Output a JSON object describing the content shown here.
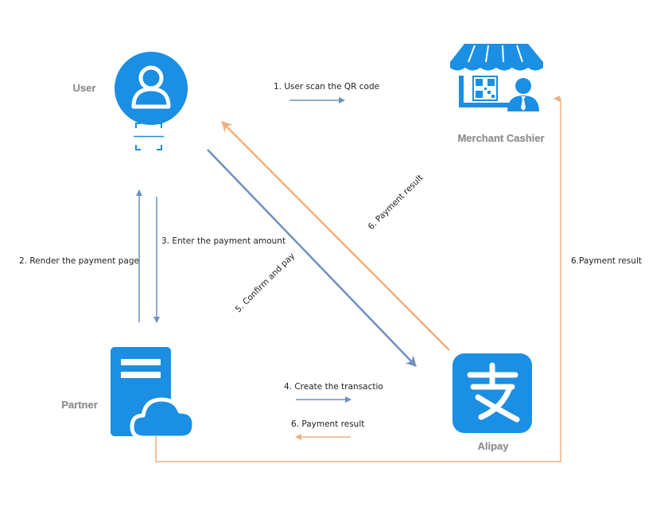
{
  "nodes": {
    "user": {
      "label": "User",
      "icon": "user-avatar-icon"
    },
    "merchant": {
      "label": "Merchant Cashier",
      "icon": "storefront-qr-cashier-icon"
    },
    "partner": {
      "label": "Partner",
      "icon": "server-cloud-icon"
    },
    "alipay": {
      "label": "Alipay",
      "icon": "alipay-logo-icon"
    }
  },
  "steps": {
    "scan_qr": "1. User scan the QR code",
    "render_page": "2. Render the payment page",
    "enter_amount": "3. Enter the  payment  amount",
    "create_transaction": "4. Create the transactio",
    "confirm_pay": "5. Confirm and  pay",
    "result_to_user": "6. Payment result",
    "result_to_partner": "6. Payment result",
    "result_to_merchant": "6.Payment result"
  },
  "colors": {
    "icon_blue": "#1a8fe3",
    "request_arrow": "#6e90bf",
    "response_arrow": "#f0b07e",
    "label_gray": "#8f8f8f"
  }
}
